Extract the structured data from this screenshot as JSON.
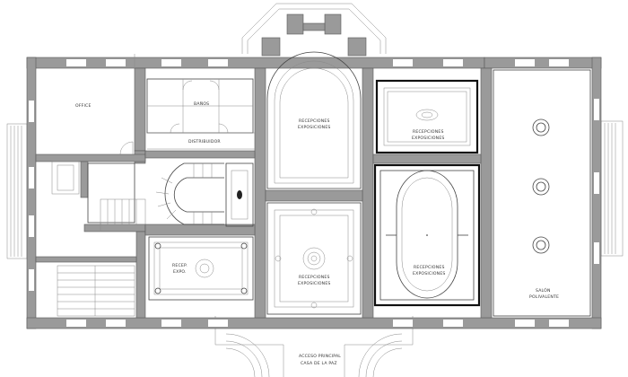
{
  "labels": {
    "office": "OFFICE",
    "banos": "BAÑOS",
    "distribuidor": "DISTRIBUIDOR",
    "recep_top_1": "RECEPCIONES",
    "recep_top_2": "EXPOSICIONES",
    "recep_tr_1": "RECEPCIONES",
    "recep_tr_2": "EXPOSICIONES",
    "recep_small_1": "RECEP.",
    "recep_small_2": "EXPO.",
    "recep_ctr_1": "RECEPCIONES",
    "recep_ctr_2": "EXPOSICIONES",
    "recep_br_1": "RECEPCIONES",
    "recep_br_2": "EXPOSICIONES",
    "salon_1": "SALÓN",
    "salon_2": "POLIVALENTE",
    "acceso_1": "ACCESO PRINCIPAL",
    "acceso_2": "CASA DE LA PAZ"
  }
}
